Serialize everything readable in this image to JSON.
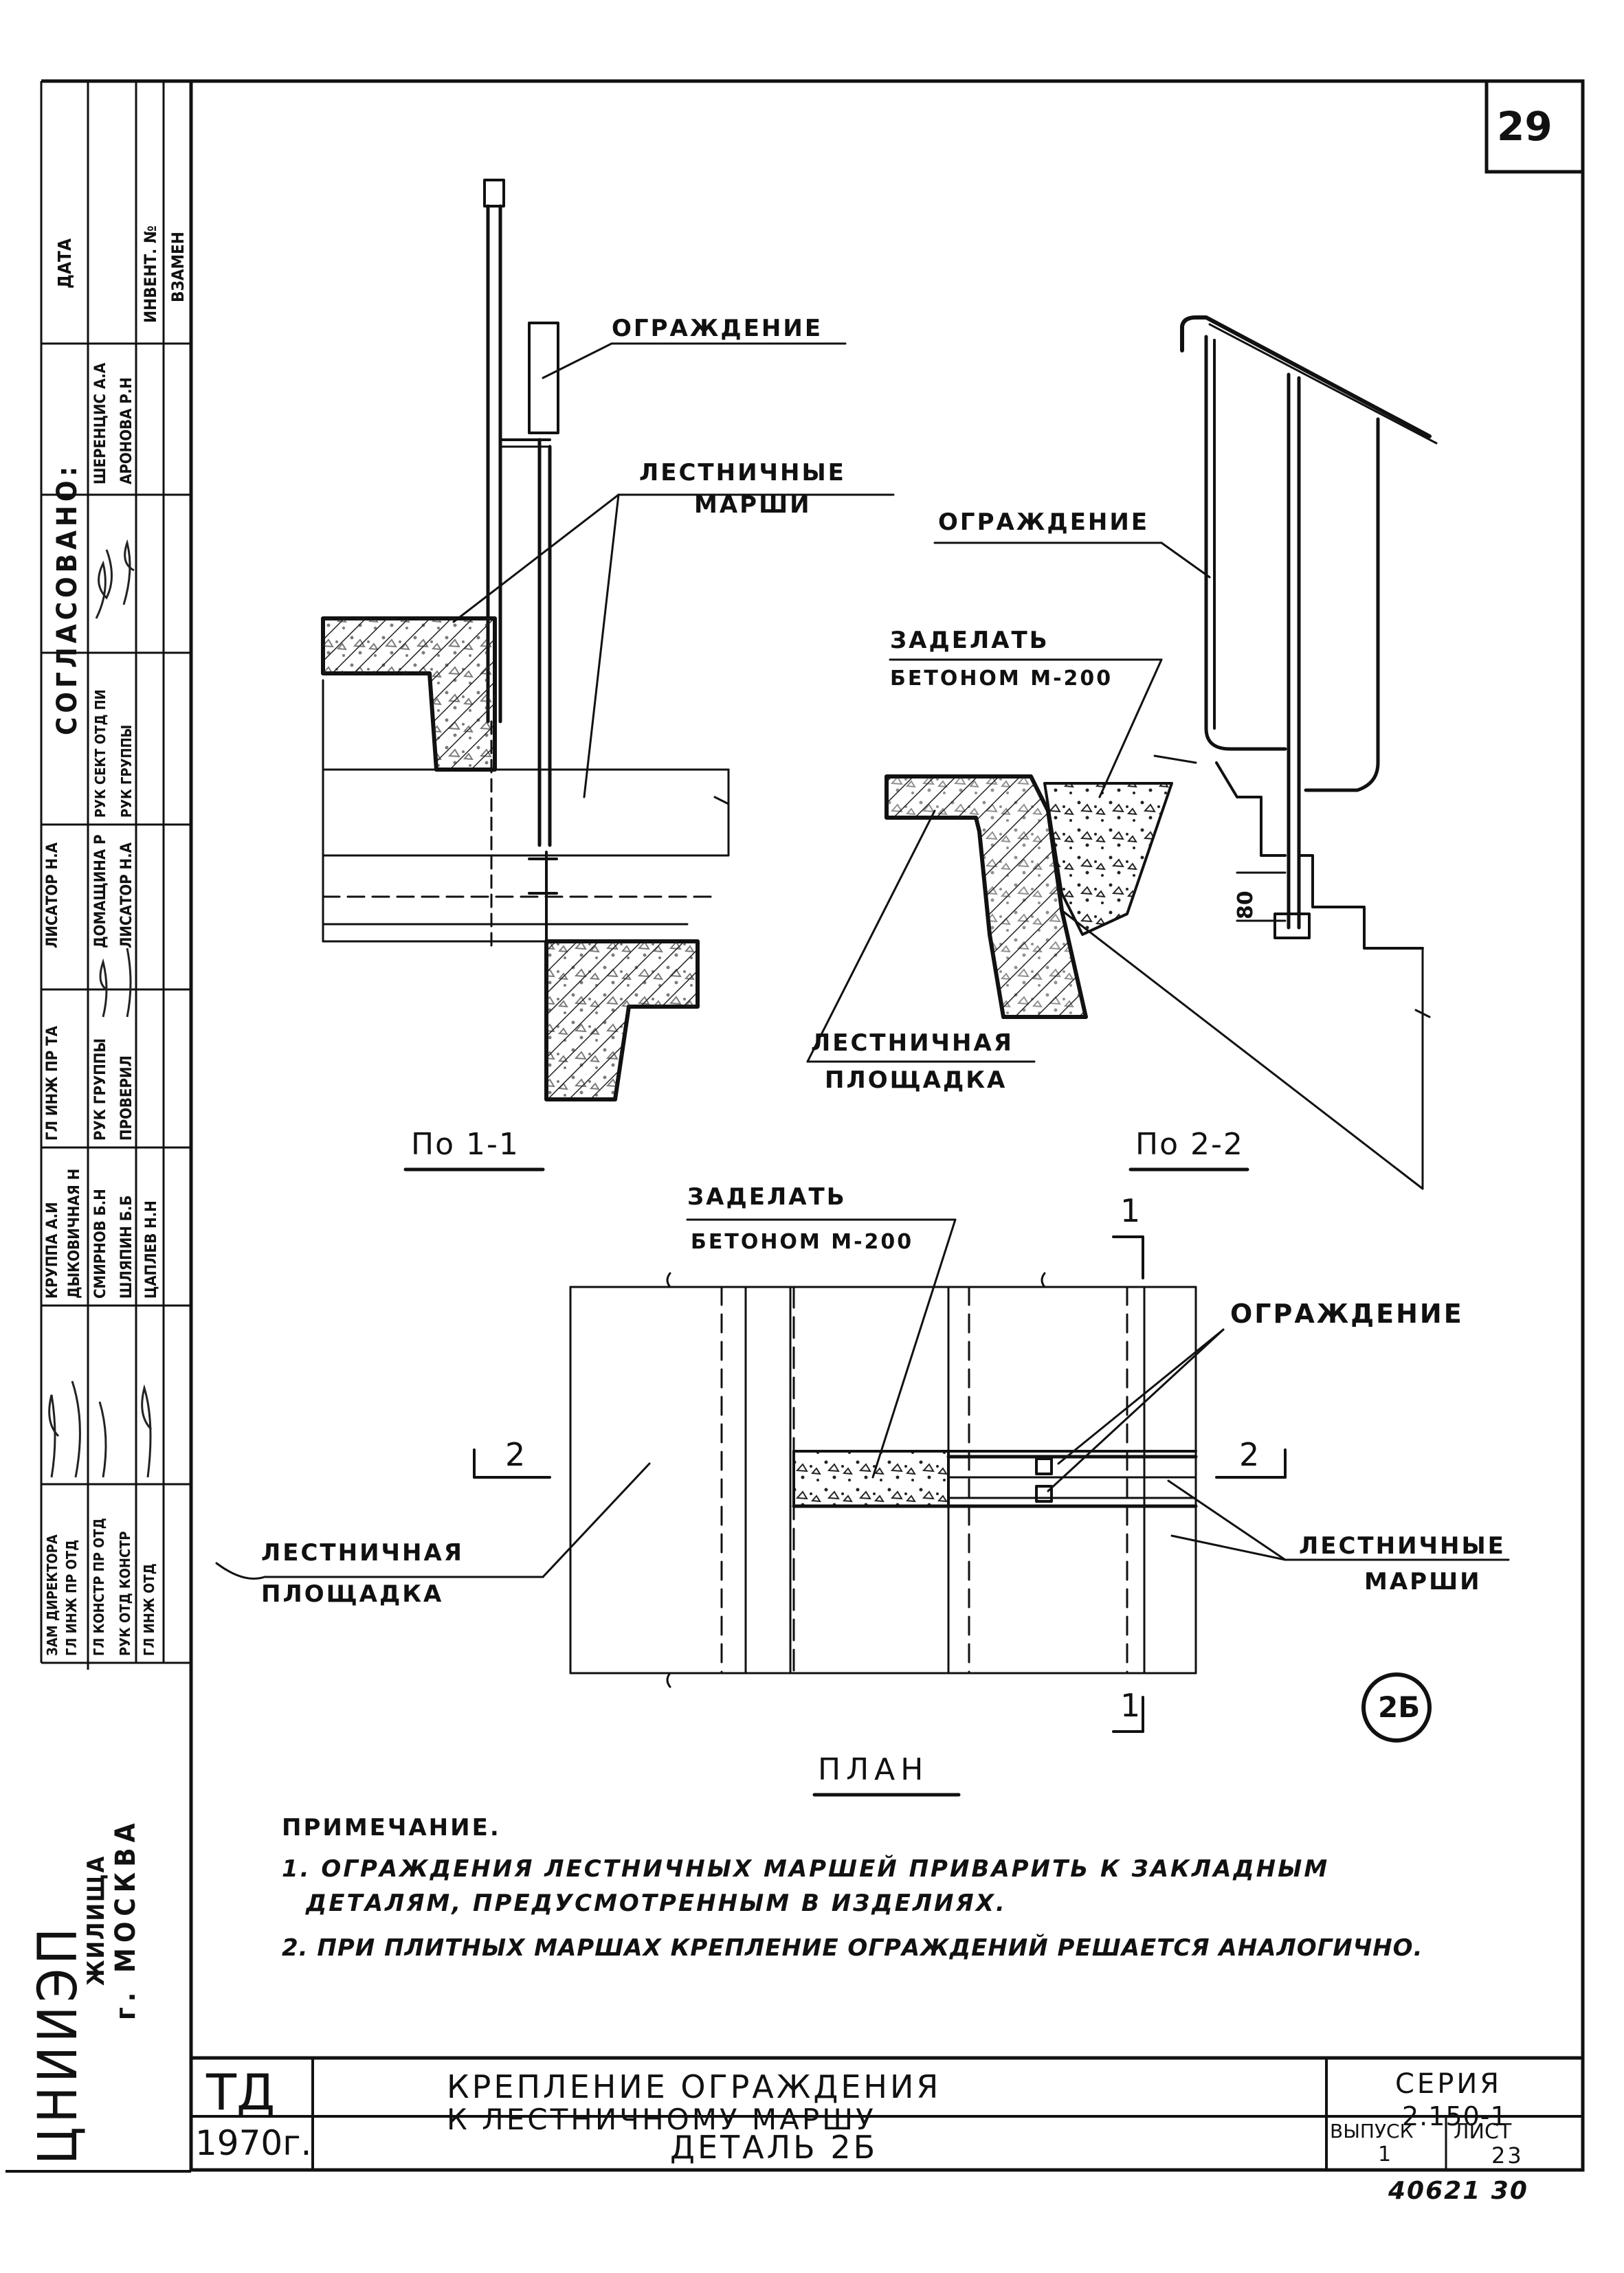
{
  "sheet_number": "29",
  "labels": {
    "ograzhdenie": "ОГРАЖДЕНИЕ",
    "lestnichnye_marshi_1": "ЛЕСТНИЧНЫЕ",
    "lestnichnye_marshi_2": "МАРШИ",
    "zadelat_1": "ЗАДЕЛАТЬ",
    "zadelat_2": "БЕТОНОМ М-200",
    "lestnichnaya_ploshchadka_1": "ЛЕСТНИЧНАЯ",
    "lestnichnaya_ploshchadka_2": "ПЛОЩАДКА",
    "dim_80": "80",
    "cut_1": "1",
    "cut_2": "2"
  },
  "sections": {
    "section_1": "По 1-1",
    "section_2": "По 2-2",
    "plan": "ПЛАН"
  },
  "detail_mark": "2Б",
  "notes": {
    "title": "ПРИМЕЧАНИЕ.",
    "item_1_line_1": "1. ОГРАЖДЕНИЯ ЛЕСТНИЧНЫХ МАРШЕЙ ПРИВАРИТЬ К ЗАКЛАДНЫМ",
    "item_1_line_2": "ДЕТАЛЯМ, ПРЕДУСМОТРЕННЫМ В ИЗДЕЛИЯХ.",
    "item_2": "2. ПРИ ПЛИТНЫХ МАРШАХ КРЕПЛЕНИЕ ОГРАЖДЕНИЙ РЕШАЕТСЯ АНАЛОГИЧНО."
  },
  "title_block": {
    "td": "ТД",
    "year": "1970г.",
    "title_line_1": "КРЕПЛЕНИЕ ОГРАЖДЕНИЯ",
    "title_line_2": "К ЛЕСТНИЧНОМУ МАРШУ",
    "detail": "ДЕТАЛЬ 2Б",
    "series_label": "СЕРИЯ",
    "series_value": "2.150-1",
    "issue_label": "ВЫПУСК",
    "issue_value": "1",
    "sheet_label": "ЛИСТ",
    "sheet_value": "23"
  },
  "doc_number": "40621 30",
  "side_panel": {
    "org_name": "ЦНИИЭП",
    "org_sub": "ЖИЛИЩА",
    "city": "г. МОСКВА",
    "approved": "СОГЛАСОВАНО:",
    "date_label": "ДАТА",
    "inv_label": "ИНВЕНТ. №",
    "replace_label": "ВЗАМЕН",
    "roles_a": [
      "ЗАМ ДИРЕКТОРА",
      "ГЛ ИНЖ ПР ОТД",
      "ГЛ КОНСТР ПР ОТД",
      "РУК ОТД КОНСТР",
      "ГЛ ИНЖ ОТД"
    ],
    "names_a": [
      "КРУППА А.И",
      "ДЫКОВИЧНАЯ Н",
      "СМИРНОВ Б.Н",
      "ШЛЯПИН Б.Б",
      "ЦАПЛЕВ Н.Н"
    ],
    "roles_b": [
      "ГЛ ИНЖ ПР ТА",
      "РУК ГРУППЫ",
      "ПРОВЕРИЛ"
    ],
    "names_b": [
      "ЛИСАТОР Н.А",
      "ДОМАЩИНА Р",
      "ЛИСАТОР Н.А"
    ],
    "roles_c": [
      "РУК СЕКТ ОТД ПИ",
      "РУК ГРУППЫ"
    ],
    "names_c": [
      "ШЕРЕНЦИС А.А",
      "АРОНОВА Р.Н"
    ]
  }
}
